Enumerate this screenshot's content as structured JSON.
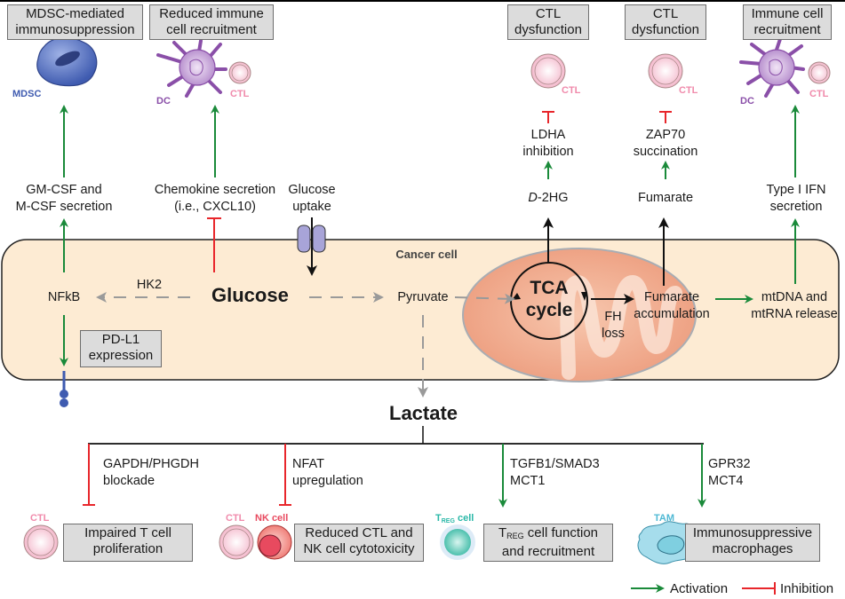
{
  "colors": {
    "activation": "#1a8a3a",
    "inhibition": "#e8262b",
    "pathway_gray": "#9a9a9a",
    "cancer_cell_fill": "#fdebd3",
    "mitochondrion_fill": "#f0a888",
    "outcome_box_fill": "#dcdcdc",
    "mdsc": "#3f5bb0",
    "dc": "#8a4fa8",
    "ctl": "#f08aab",
    "nk_cell": "#e84a5f",
    "treg": "#2ab8a8",
    "tam": "#4fb9d4"
  },
  "top_outcomes": [
    {
      "text_line1": "MDSC-mediated",
      "text_line2": "immunosuppression"
    },
    {
      "text_line1": "Reduced immune",
      "text_line2": "cell recruitment"
    },
    {
      "text_line1": "CTL",
      "text_line2": "dysfunction"
    },
    {
      "text_line1": "CTL",
      "text_line2": "dysfunction"
    },
    {
      "text_line1": "Immune cell",
      "text_line2": "recruitment"
    }
  ],
  "cell_labels": {
    "mdsc": "MDSC",
    "dc1": "DC",
    "ctl1": "CTL",
    "ctl2": "CTL",
    "ctl3": "CTL",
    "dc2": "DC",
    "ctl4": "CTL",
    "ctl_bottom1": "CTL",
    "ctl_bottom2": "CTL",
    "nk": "NK cell",
    "treg_main": "T",
    "treg_sub": "REG",
    "treg_suffix": " cell",
    "tam": "TAM"
  },
  "mediators": {
    "gmcsf_line1": "GM-CSF and",
    "gmcsf_line2": "M-CSF secretion",
    "chemokine_line1": "Chemokine secretion",
    "chemokine_line2": "(i.e., CXCL10)",
    "glucose_uptake_line1": "Glucose",
    "glucose_uptake_line2": "uptake",
    "ldha_line1": "LDHA",
    "ldha_line2": "inhibition",
    "zap70_line1": "ZAP70",
    "zap70_line2": "succination",
    "d2hg_italic": "D",
    "d2hg_rest": "-2HG",
    "fumarate": "Fumarate",
    "ifn_line1": "Type I IFN",
    "ifn_line2": "secretion"
  },
  "cancer_cell": {
    "title": "Cancer cell",
    "nfkb": "NFkB",
    "hk2": "HK2",
    "glucose": "Glucose",
    "pyruvate": "Pyruvate",
    "pdl1_line1": "PD-L1",
    "pdl1_line2": "expression",
    "tca_line1": "TCA",
    "tca_line2": "cycle",
    "fh_line1": "FH",
    "fh_line2": "loss",
    "fum_acc_line1": "Fumarate",
    "fum_acc_line2": "accumulation",
    "mtdna_line1": "mtDNA and",
    "mtdna_line2": "mtRNA release"
  },
  "lactate": {
    "title": "Lactate",
    "branches": [
      {
        "type": "inhibition",
        "mech_line1": "GAPDH/PHGDH",
        "mech_line2": "blockade",
        "outcome_line1": "Impaired T cell",
        "outcome_line2": "proliferation"
      },
      {
        "type": "inhibition",
        "mech_line1": "NFAT",
        "mech_line2": "upregulation",
        "outcome_line1": "Reduced CTL and",
        "outcome_line2": "NK cell cytotoxicity"
      },
      {
        "type": "activation",
        "mech_line1": "TGFB1/SMAD3",
        "mech_line2": "MCT1",
        "outcome_line1_main": "T",
        "outcome_line1_sub": "REG",
        "outcome_line1_rest": " cell function",
        "outcome_line2": "and recruitment"
      },
      {
        "type": "activation",
        "mech_line1": "GPR32",
        "mech_line2": "MCT4",
        "outcome_line1": "Immunosuppressive",
        "outcome_line2": "macrophages"
      }
    ]
  },
  "legend": {
    "activation": "Activation",
    "inhibition": "Inhibition"
  }
}
